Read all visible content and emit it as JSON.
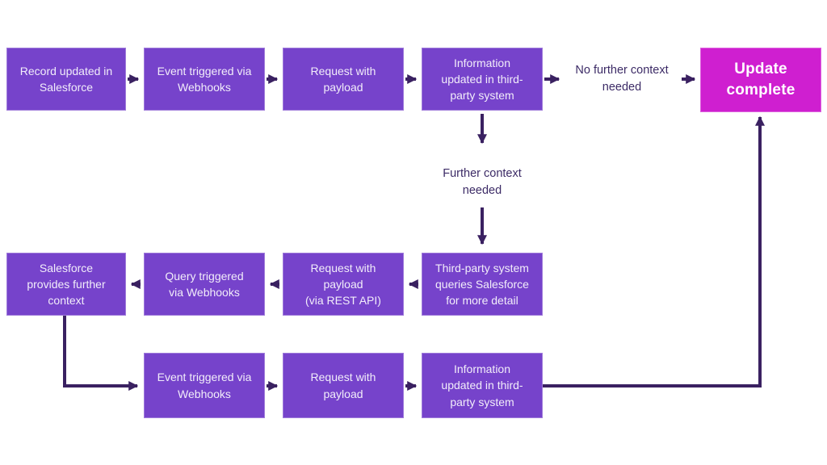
{
  "flow": {
    "top_row": [
      {
        "label": "Record updated in\nSalesforce"
      },
      {
        "label": "Event triggered via\nWebhooks"
      },
      {
        "label": "Request with\npayload"
      },
      {
        "label": "Information\nupdated in third-\nparty system"
      }
    ],
    "branch_labels": {
      "no_further_context": "No further context\nneeded",
      "further_context": "Further context\nneeded"
    },
    "end_node": {
      "label": "Update\ncomplete"
    },
    "middle_row": [
      {
        "label": "Salesforce\nprovides further\ncontext"
      },
      {
        "label": "Query triggered\nvia Webhooks"
      },
      {
        "label": "Request with\npayload\n(via REST API)"
      },
      {
        "label": "Third-party system\nqueries Salesforce\nfor more detail"
      }
    ],
    "bottom_row": [
      {
        "label": "Event triggered via\nWebhooks"
      },
      {
        "label": "Request with\npayload"
      },
      {
        "label": "Information\nupdated in third-\nparty system"
      }
    ],
    "colors": {
      "process_box": "#7643CB",
      "end_box": "#CF1FD0",
      "arrow": "#3A2161",
      "box_text": "#F2EDFA",
      "label_text": "#3C2B66",
      "background": "#FFFFFF"
    }
  }
}
